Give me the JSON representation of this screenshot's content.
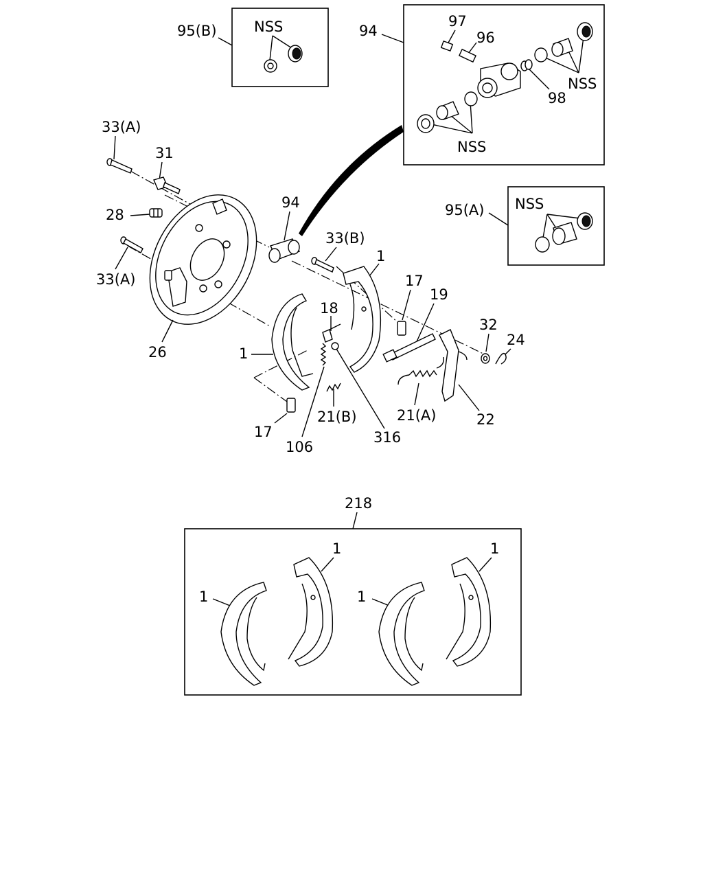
{
  "callouts": {
    "p95b": "95(B)",
    "p95b_nss": "NSS",
    "p94_top": "94",
    "p97": "97",
    "p96": "96",
    "p98": "98",
    "p94_nss_a": "NSS",
    "p94_nss_b": "NSS",
    "p33a_top": "33(A)",
    "p31": "31",
    "p28": "28",
    "p33a_bottom": "33(A)",
    "p26": "26",
    "p94_mid": "94",
    "p33b": "33(B)",
    "p1_top": "1",
    "p95a": "95(A)",
    "p95a_nss": "NSS",
    "p17_right": "17",
    "p19": "19",
    "p18": "18",
    "p1_left": "1",
    "p32": "32",
    "p24": "24",
    "p21b": "21(B)",
    "p21a": "21(A)",
    "p22": "22",
    "p17_left": "17",
    "p106": "106",
    "p316": "316",
    "p218": "218",
    "kit_1a": "1",
    "kit_1b": "1",
    "kit_1c": "1",
    "kit_1d": "1"
  }
}
